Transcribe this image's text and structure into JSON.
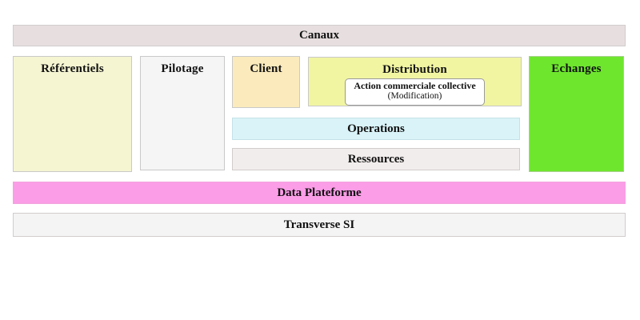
{
  "diagram": {
    "canaux": {
      "label": "Canaux",
      "bg": "#e7dfdf"
    },
    "referentiels": {
      "label": "Référentiels",
      "bg": "#f5f5d2"
    },
    "pilotage": {
      "label": "Pilotage",
      "bg": "#f5f5f5"
    },
    "client": {
      "label": "Client",
      "bg": "#faeabc"
    },
    "distribution": {
      "label": "Distribution",
      "bg": "#f1f5a2",
      "item": {
        "title": "Action commerciale collective",
        "subtitle": "(Modification)",
        "bg": "#ffffff"
      }
    },
    "echanges": {
      "label": "Echanges",
      "bg": "#6ee62e"
    },
    "operations": {
      "label": "Operations",
      "bg": "#d9f3f8"
    },
    "ressources": {
      "label": "Ressources",
      "bg": "#f2eded"
    },
    "data_plateforme": {
      "label": "Data Plateforme",
      "bg": "#fb9de7"
    },
    "transverse_si": {
      "label": "Transverse SI",
      "bg": "#f4f4f4"
    }
  }
}
